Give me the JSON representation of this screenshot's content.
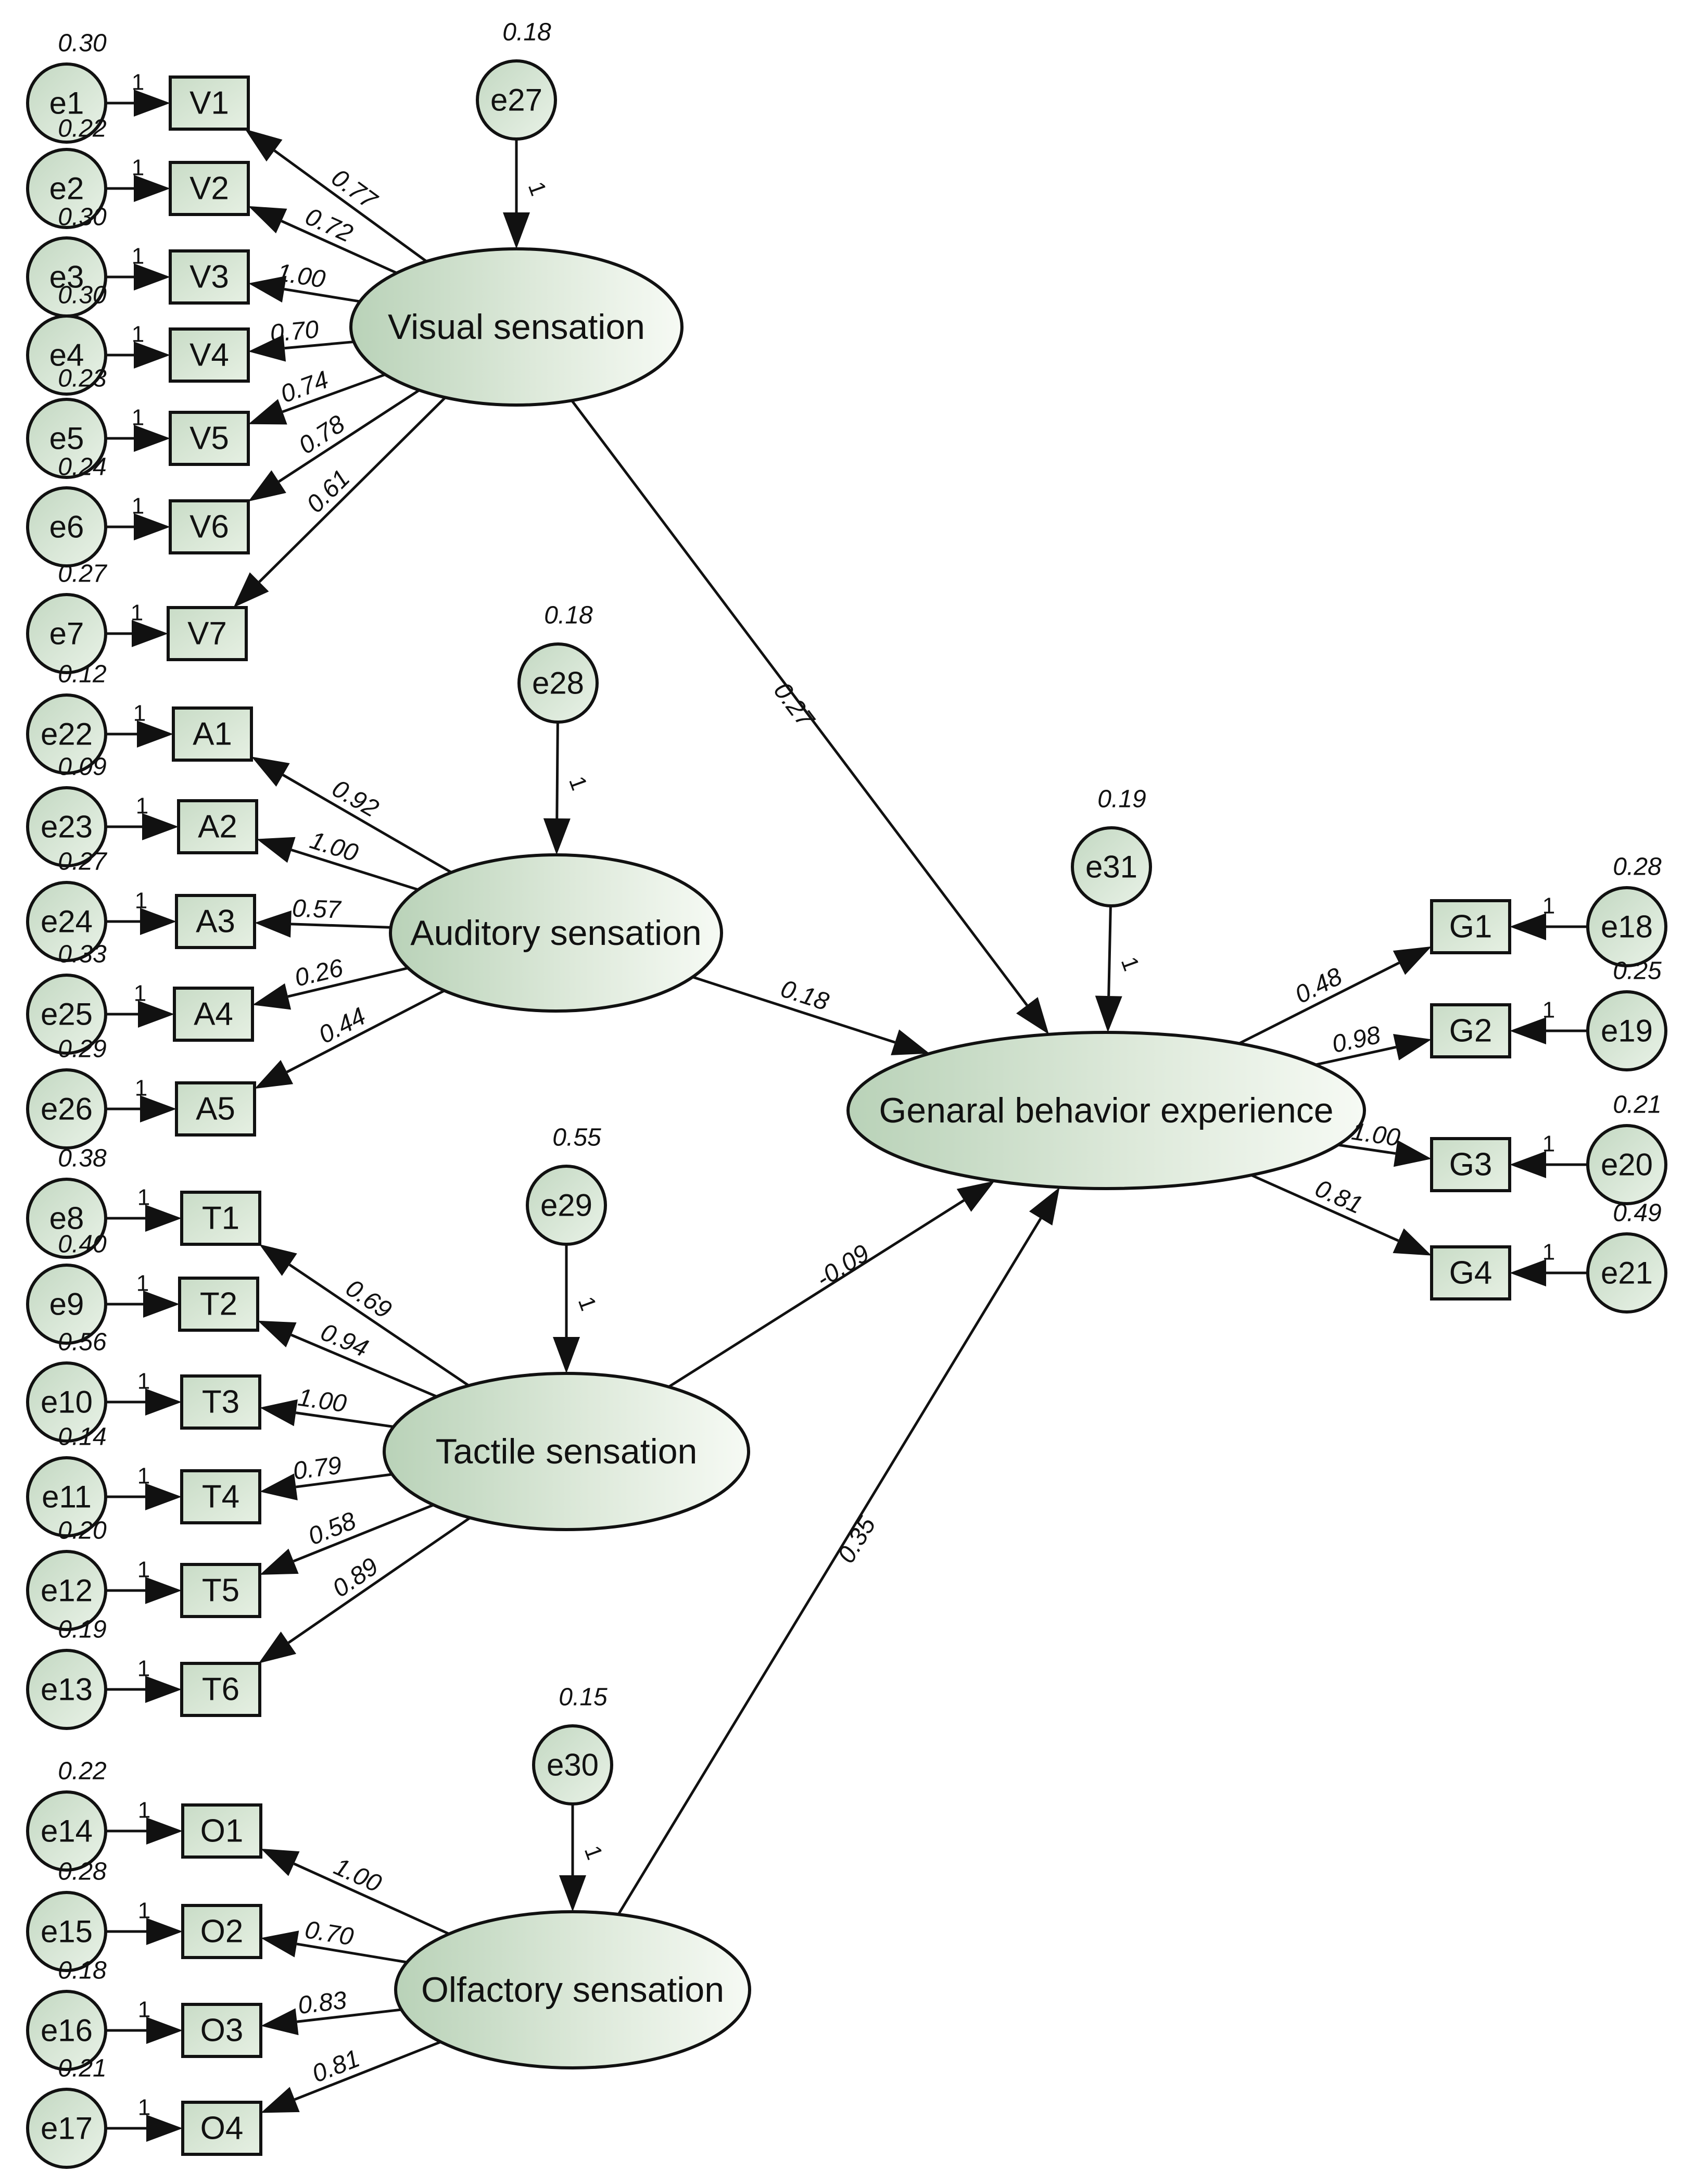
{
  "latents": [
    {
      "id": "VS",
      "label": "Visual sensation"
    },
    {
      "id": "AS",
      "label": "Auditory sensation"
    },
    {
      "id": "TS",
      "label": "Tactile sensation"
    },
    {
      "id": "OS",
      "label": "Olfactory sensation"
    },
    {
      "id": "GB",
      "label": "Genaral behavior experience"
    }
  ],
  "observed": [
    {
      "id": "V1",
      "label": "V1"
    },
    {
      "id": "V2",
      "label": "V2"
    },
    {
      "id": "V3",
      "label": "V3"
    },
    {
      "id": "V4",
      "label": "V4"
    },
    {
      "id": "V5",
      "label": "V5"
    },
    {
      "id": "V6",
      "label": "V6"
    },
    {
      "id": "V7",
      "label": "V7"
    },
    {
      "id": "A1",
      "label": "A1"
    },
    {
      "id": "A2",
      "label": "A2"
    },
    {
      "id": "A3",
      "label": "A3"
    },
    {
      "id": "A4",
      "label": "A4"
    },
    {
      "id": "A5",
      "label": "A5"
    },
    {
      "id": "T1",
      "label": "T1"
    },
    {
      "id": "T2",
      "label": "T2"
    },
    {
      "id": "T3",
      "label": "T3"
    },
    {
      "id": "T4",
      "label": "T4"
    },
    {
      "id": "T5",
      "label": "T5"
    },
    {
      "id": "T6",
      "label": "T6"
    },
    {
      "id": "O1",
      "label": "O1"
    },
    {
      "id": "O2",
      "label": "O2"
    },
    {
      "id": "O3",
      "label": "O3"
    },
    {
      "id": "O4",
      "label": "O4"
    },
    {
      "id": "G1",
      "label": "G1"
    },
    {
      "id": "G2",
      "label": "G2"
    },
    {
      "id": "G3",
      "label": "G3"
    },
    {
      "id": "G4",
      "label": "G4"
    }
  ],
  "errors": [
    {
      "id": "e1",
      "label": "e1",
      "variance": "0.30",
      "target": "V1"
    },
    {
      "id": "e2",
      "label": "e2",
      "variance": "0.22",
      "target": "V2"
    },
    {
      "id": "e3",
      "label": "e3",
      "variance": "0.30",
      "target": "V3"
    },
    {
      "id": "e4",
      "label": "e4",
      "variance": "0.30",
      "target": "V4"
    },
    {
      "id": "e5",
      "label": "e5",
      "variance": "0.23",
      "target": "V5"
    },
    {
      "id": "e6",
      "label": "e6",
      "variance": "0.24",
      "target": "V6"
    },
    {
      "id": "e7",
      "label": "e7",
      "variance": "0.27",
      "target": "V7"
    },
    {
      "id": "e22",
      "label": "e22",
      "variance": "0.12",
      "target": "A1"
    },
    {
      "id": "e23",
      "label": "e23",
      "variance": "0.09",
      "target": "A2"
    },
    {
      "id": "e24",
      "label": "e24",
      "variance": "0.27",
      "target": "A3"
    },
    {
      "id": "e25",
      "label": "e25",
      "variance": "0.33",
      "target": "A4"
    },
    {
      "id": "e26",
      "label": "e26",
      "variance": "0.29",
      "target": "A5"
    },
    {
      "id": "e8",
      "label": "e8",
      "variance": "0.38",
      "target": "T1"
    },
    {
      "id": "e9",
      "label": "e9",
      "variance": "0.40",
      "target": "T2"
    },
    {
      "id": "e10",
      "label": "e10",
      "variance": "0.56",
      "target": "T3"
    },
    {
      "id": "e11",
      "label": "e11",
      "variance": "0.14",
      "target": "T4"
    },
    {
      "id": "e12",
      "label": "e12",
      "variance": "0.20",
      "target": "T5"
    },
    {
      "id": "e13",
      "label": "e13",
      "variance": "0.19",
      "target": "T6"
    },
    {
      "id": "e14",
      "label": "e14",
      "variance": "0.22",
      "target": "O1"
    },
    {
      "id": "e15",
      "label": "e15",
      "variance": "0.28",
      "target": "O2"
    },
    {
      "id": "e16",
      "label": "e16",
      "variance": "0.18",
      "target": "O3"
    },
    {
      "id": "e17",
      "label": "e17",
      "variance": "0.21",
      "target": "O4"
    },
    {
      "id": "e18",
      "label": "e18",
      "variance": "0.28",
      "target": "G1"
    },
    {
      "id": "e19",
      "label": "e19",
      "variance": "0.25",
      "target": "G2"
    },
    {
      "id": "e20",
      "label": "e20",
      "variance": "0.21",
      "target": "G3"
    },
    {
      "id": "e21",
      "label": "e21",
      "variance": "0.49",
      "target": "G4"
    },
    {
      "id": "e27",
      "label": "e27",
      "variance": "0.18",
      "target": "VS"
    },
    {
      "id": "e28",
      "label": "e28",
      "variance": "0.18",
      "target": "AS"
    },
    {
      "id": "e29",
      "label": "e29",
      "variance": "0.55",
      "target": "TS"
    },
    {
      "id": "e30",
      "label": "e30",
      "variance": "0.15",
      "target": "OS"
    },
    {
      "id": "e31",
      "label": "e31",
      "variance": "0.19",
      "target": "GB"
    }
  ],
  "fixed_path_label": "1",
  "loadings": [
    {
      "from": "VS",
      "to": "V1",
      "value": "0.77"
    },
    {
      "from": "VS",
      "to": "V2",
      "value": "0.72"
    },
    {
      "from": "VS",
      "to": "V3",
      "value": "1.00"
    },
    {
      "from": "VS",
      "to": "V4",
      "value": "0.70"
    },
    {
      "from": "VS",
      "to": "V5",
      "value": "0.74"
    },
    {
      "from": "VS",
      "to": "V6",
      "value": "0.78"
    },
    {
      "from": "VS",
      "to": "V7",
      "value": "0.61"
    },
    {
      "from": "AS",
      "to": "A1",
      "value": "0.92"
    },
    {
      "from": "AS",
      "to": "A2",
      "value": "1.00"
    },
    {
      "from": "AS",
      "to": "A3",
      "value": "0.57"
    },
    {
      "from": "AS",
      "to": "A4",
      "value": "0.26"
    },
    {
      "from": "AS",
      "to": "A5",
      "value": "0.44"
    },
    {
      "from": "TS",
      "to": "T1",
      "value": "0.69"
    },
    {
      "from": "TS",
      "to": "T2",
      "value": "0.94"
    },
    {
      "from": "TS",
      "to": "T3",
      "value": "1.00"
    },
    {
      "from": "TS",
      "to": "T4",
      "value": "0.79"
    },
    {
      "from": "TS",
      "to": "T5",
      "value": "0.58"
    },
    {
      "from": "TS",
      "to": "T6",
      "value": "0.89"
    },
    {
      "from": "OS",
      "to": "O1",
      "value": "1.00"
    },
    {
      "from": "OS",
      "to": "O2",
      "value": "0.70"
    },
    {
      "from": "OS",
      "to": "O3",
      "value": "0.83"
    },
    {
      "from": "OS",
      "to": "O4",
      "value": "0.81"
    },
    {
      "from": "GB",
      "to": "G1",
      "value": "0.48"
    },
    {
      "from": "GB",
      "to": "G2",
      "value": "0.98"
    },
    {
      "from": "GB",
      "to": "G3",
      "value": "1.00"
    },
    {
      "from": "GB",
      "to": "G4",
      "value": "0.81"
    }
  ],
  "structural_paths": [
    {
      "from": "VS",
      "to": "GB",
      "value": "0.27"
    },
    {
      "from": "AS",
      "to": "GB",
      "value": "0.18"
    },
    {
      "from": "TS",
      "to": "GB",
      "value": "-0.09"
    },
    {
      "from": "OS",
      "to": "GB",
      "value": "0.35"
    }
  ],
  "colors": {
    "fill_light": "#eaf2e8",
    "fill_dark": "#b9d2b8",
    "stroke": "#111111"
  }
}
